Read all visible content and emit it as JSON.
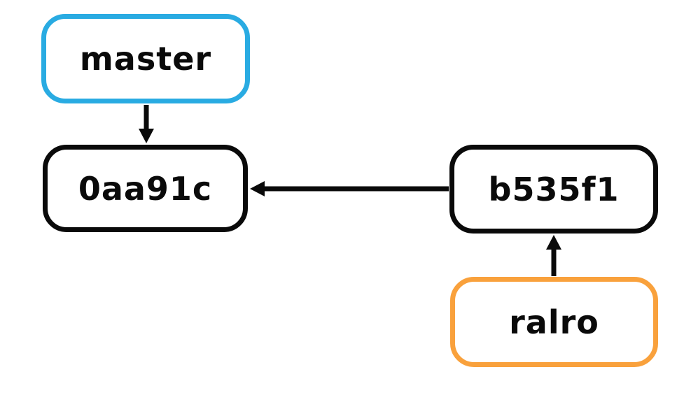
{
  "diagram": {
    "kind": "git-commit-graph",
    "nodes": [
      {
        "id": "master",
        "label": "master",
        "role": "branch-pointer",
        "border_color": "#29ABE2"
      },
      {
        "id": "0aa91c",
        "label": "0aa91c",
        "role": "commit",
        "border_color": "#0A0A0A"
      },
      {
        "id": "b535f1",
        "label": "b535f1",
        "role": "commit",
        "border_color": "#0A0A0A"
      },
      {
        "id": "ralro",
        "label": "ralro",
        "role": "branch-pointer",
        "border_color": "#F9A13C"
      }
    ],
    "edges": [
      {
        "from": "master",
        "to": "0aa91c",
        "direction": "down"
      },
      {
        "from": "b535f1",
        "to": "0aa91c",
        "direction": "left"
      },
      {
        "from": "ralro",
        "to": "b535f1",
        "direction": "up"
      }
    ],
    "colors": {
      "background": "#FFFFFF",
      "arrow": "#0A0A0A",
      "text": "#0A0A0A",
      "commit_border": "#0A0A0A",
      "master_border": "#29ABE2",
      "ralro_border": "#F9A13C"
    }
  }
}
